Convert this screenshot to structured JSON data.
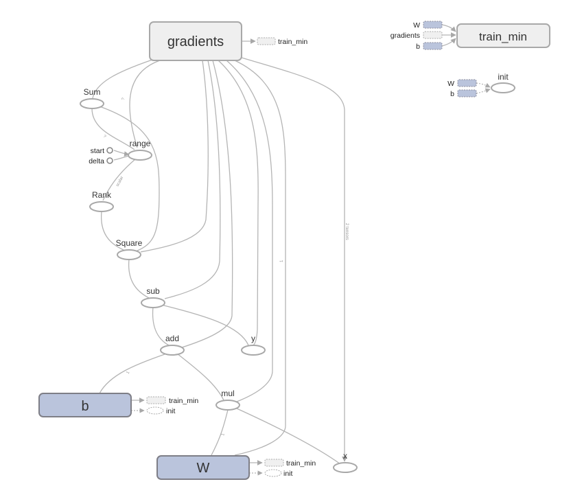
{
  "graph": {
    "main_nodes": {
      "gradients": "gradients",
      "sum": "Sum",
      "range": "range",
      "start": "start",
      "delta": "delta",
      "rank": "Rank",
      "square": "Square",
      "sub": "sub",
      "add": "add",
      "y": "y",
      "mul": "mul",
      "b": "b",
      "w": "W",
      "x": "x"
    },
    "aux_labels": {
      "train_min": "train_min",
      "init": "init"
    },
    "aux_graph": {
      "train_min_title": "train_min",
      "train_min_inputs": [
        "W",
        "gradients",
        "b"
      ],
      "init_title": "init",
      "init_inputs": [
        "W",
        "b"
      ]
    },
    "edge_labels": {
      "sum_range": "?",
      "grad_range": "?",
      "range_rank": "scalar",
      "grad_x": "2 tensors",
      "grad_w": "1",
      "add_b": "1",
      "mul_w": "1"
    },
    "colors": {
      "edge": "#b4b4b4",
      "meta_gray_fill": "#efefef",
      "variable_fill": "#bac4dc",
      "node_stroke": "#a8a8a8"
    }
  }
}
